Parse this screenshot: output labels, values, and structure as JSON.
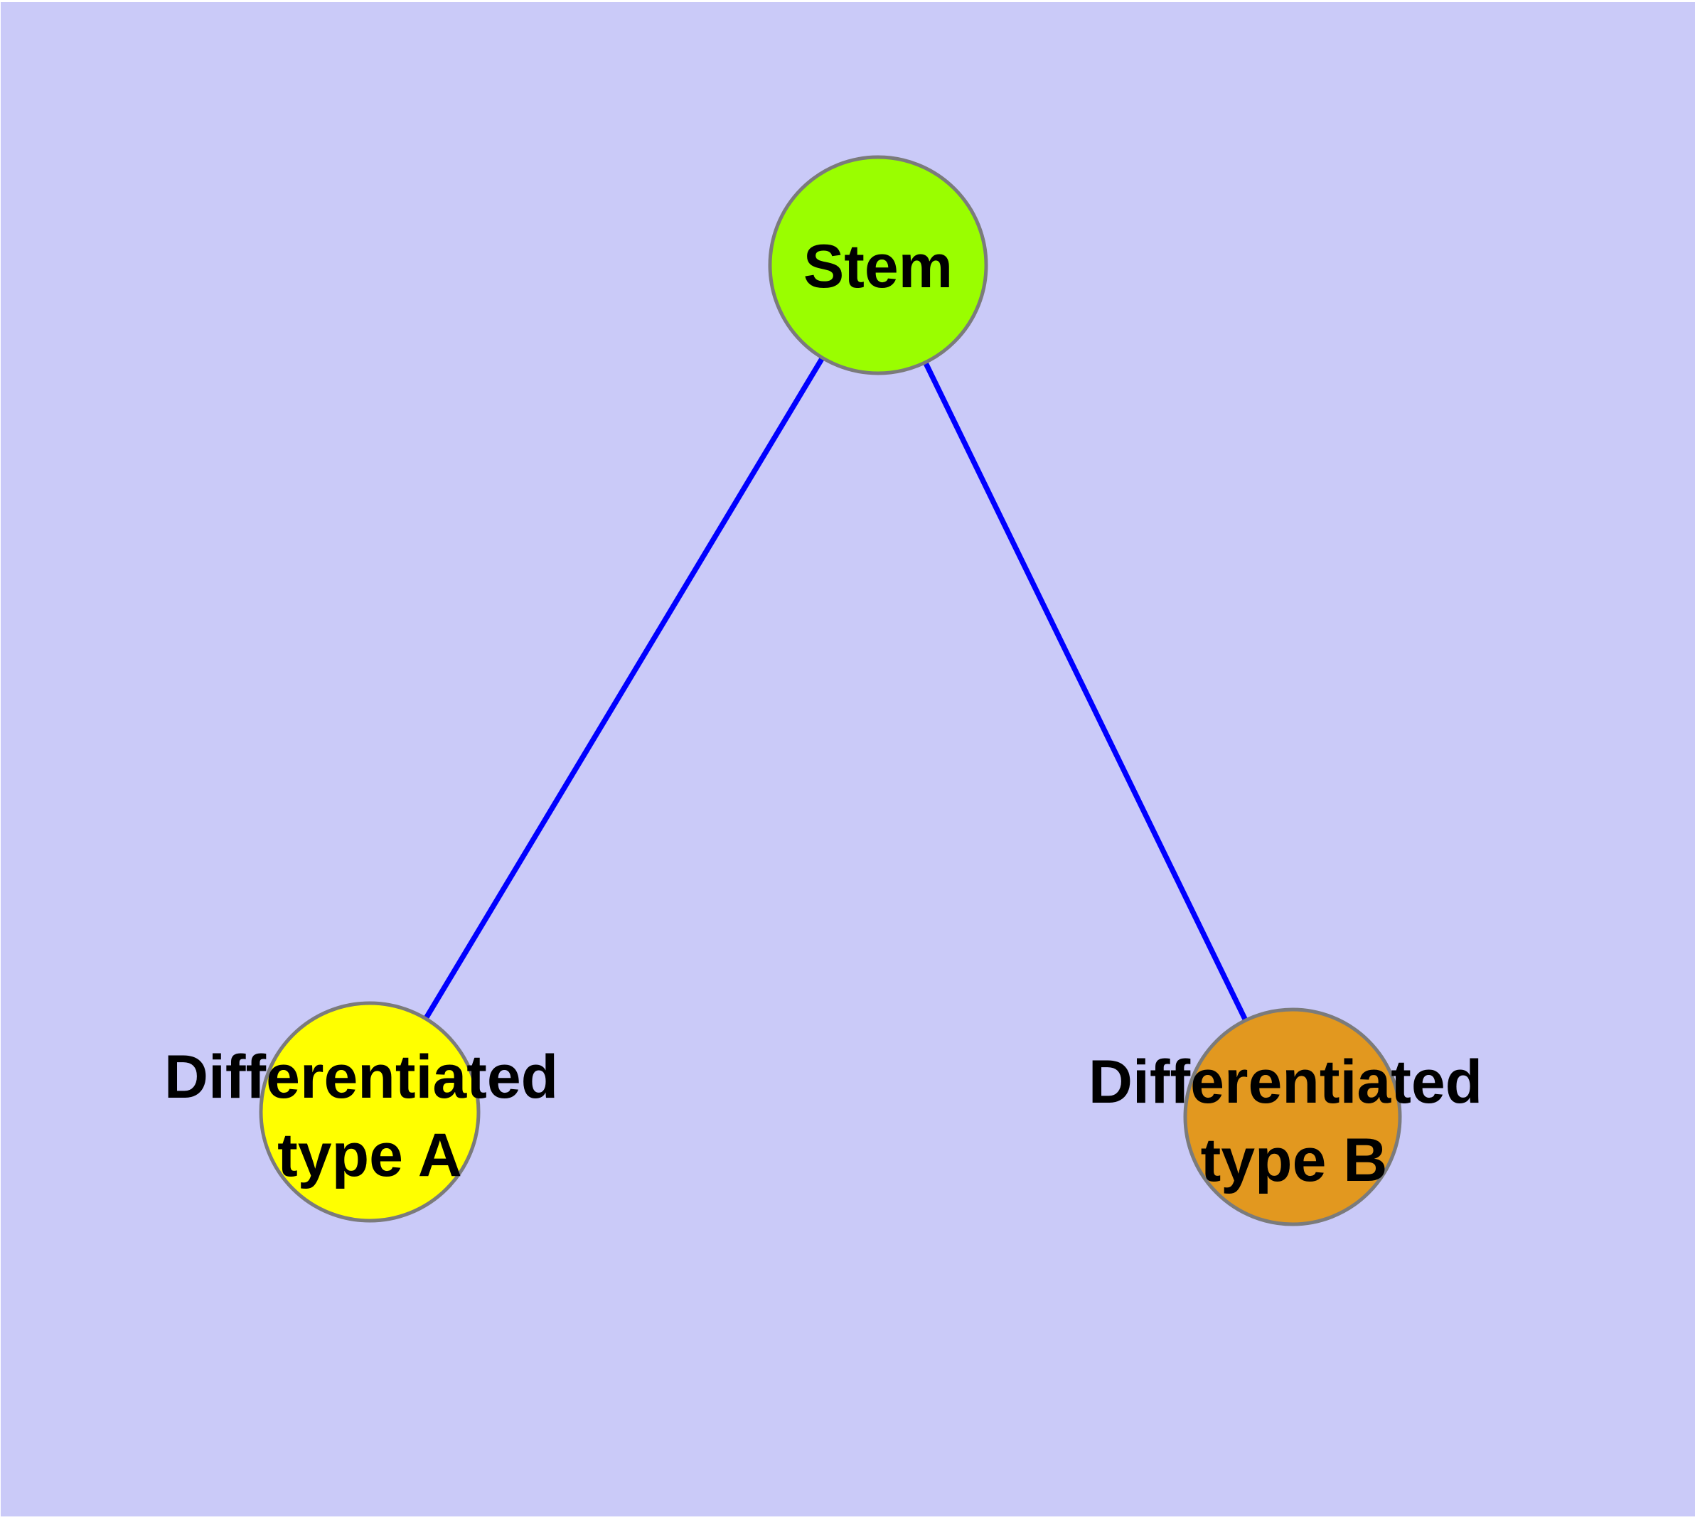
{
  "figure": {
    "type": "graph-diagram",
    "background_color": "#CACAF8",
    "margin_color": "#FFFFFF",
    "edge_color": "#0000FF",
    "node_border_color": "#7B7B7B",
    "label_color": "#000000",
    "nodes": [
      {
        "id": "stem",
        "label": "Stem",
        "fill": "#9AFE00"
      },
      {
        "id": "differentiated-type-a",
        "label": "Differentiated type A",
        "line1": "Differentiated",
        "line2": "type A",
        "fill": "#FFFF00"
      },
      {
        "id": "differentiated-type-b",
        "label": "Differentiated type B",
        "line1": "Differentiated",
        "line2": "type B",
        "fill": "#E2981F"
      }
    ],
    "edges": [
      {
        "from": "Stem",
        "to": "Differentiated type A"
      },
      {
        "from": "Stem",
        "to": "Differentiated type B"
      }
    ]
  }
}
